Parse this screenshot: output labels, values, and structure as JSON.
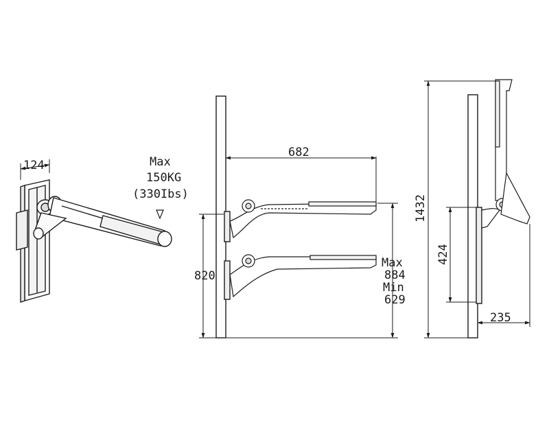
{
  "iso_view": {
    "width_label": "124",
    "load_lines": [
      "Max",
      "150KG",
      "(330Ibs)"
    ]
  },
  "side_view": {
    "length_label": "682",
    "mount_height_label": "820",
    "range_lines": [
      "Max",
      "884",
      "Min",
      "629"
    ]
  },
  "folded_view": {
    "total_height_label": "1432",
    "bracket_height_label": "424",
    "projection_label": "235"
  },
  "colors": {
    "line": "#1a1a1a",
    "background": "#ffffff"
  }
}
